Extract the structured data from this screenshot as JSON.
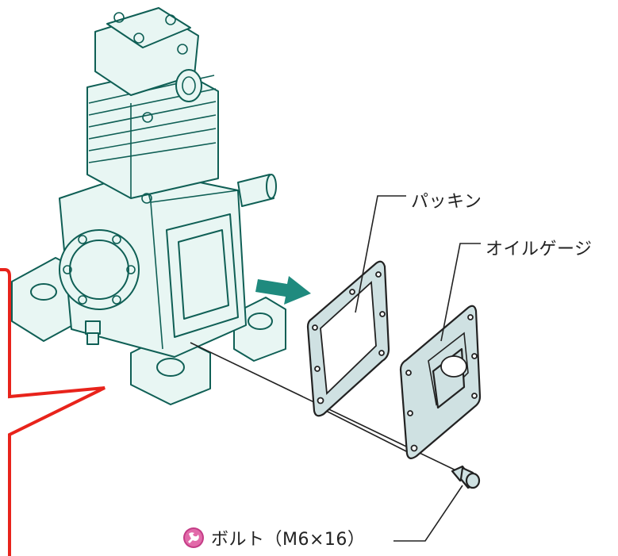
{
  "labels": {
    "packing": "パッキン",
    "oil_gauge": "オイルゲージ",
    "bolt": "ボルト（M6×16）"
  },
  "colors": {
    "line": "#0f5f55",
    "body_fill": "#e8f6f3",
    "part_fill": "#cfe1e2",
    "arrow": "#1f8a7e",
    "callout": "#e8231b",
    "icon": "#c43c86"
  },
  "icons": {
    "bolt_marker": "wrench-disc-icon",
    "direction": "arrow-right-icon"
  }
}
